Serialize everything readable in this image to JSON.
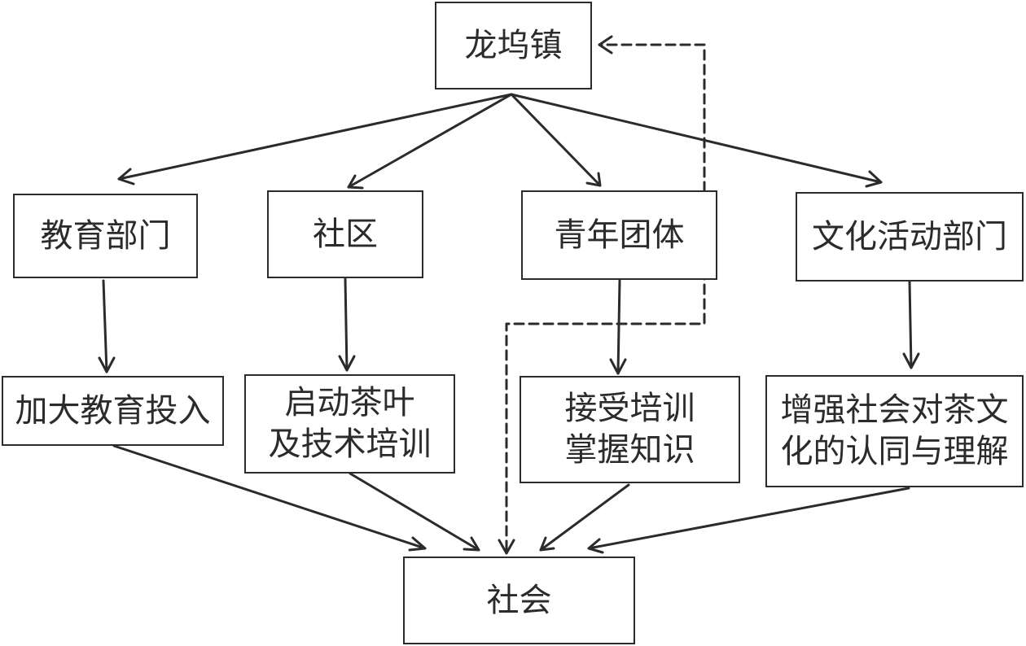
{
  "nodes": {
    "top": "龙坞镇",
    "education_dept": "教育部门",
    "community": "社区",
    "youth_groups": "青年团体",
    "culture_dept": "文化活动部门",
    "edu_action": "加大教育投入",
    "community_action": "启动茶叶\n及技术培训",
    "youth_action": "接受培训\n掌握知识",
    "culture_action": "增强社会对茶文\n化的认同与理解",
    "bottom": "社会"
  },
  "edges": [
    {
      "from": "top",
      "to": "education_dept",
      "style": "solid"
    },
    {
      "from": "top",
      "to": "community",
      "style": "solid"
    },
    {
      "from": "top",
      "to": "youth_groups",
      "style": "solid"
    },
    {
      "from": "top",
      "to": "culture_dept",
      "style": "solid"
    },
    {
      "from": "education_dept",
      "to": "edu_action",
      "style": "solid"
    },
    {
      "from": "community",
      "to": "community_action",
      "style": "solid"
    },
    {
      "from": "youth_groups",
      "to": "youth_action",
      "style": "solid"
    },
    {
      "from": "culture_dept",
      "to": "culture_action",
      "style": "solid"
    },
    {
      "from": "edu_action",
      "to": "bottom",
      "style": "solid"
    },
    {
      "from": "community_action",
      "to": "bottom",
      "style": "solid"
    },
    {
      "from": "youth_action",
      "to": "bottom",
      "style": "solid"
    },
    {
      "from": "culture_action",
      "to": "bottom",
      "style": "solid"
    },
    {
      "from": "bottom",
      "to": "top",
      "style": "dashed"
    }
  ],
  "colors": {
    "stroke": "#2b2b2b",
    "background": "#ffffff"
  }
}
